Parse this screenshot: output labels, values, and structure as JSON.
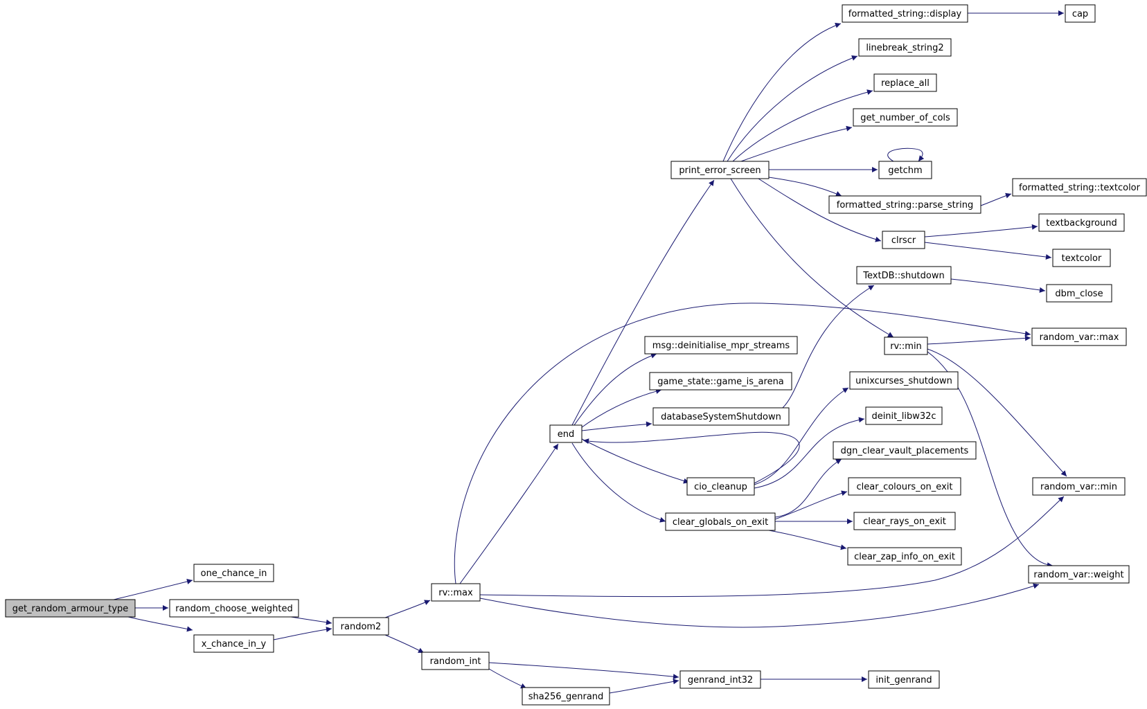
{
  "nodes": [
    {
      "id": "get_random_armour_type",
      "label": "get_random_armour_type",
      "root": true
    },
    {
      "id": "one_chance_in",
      "label": "one_chance_in"
    },
    {
      "id": "random_choose_weighted",
      "label": "random_choose_weighted"
    },
    {
      "id": "x_chance_in_y",
      "label": "x_chance_in_y"
    },
    {
      "id": "random2",
      "label": "random2"
    },
    {
      "id": "rv_max",
      "label": "rv::max"
    },
    {
      "id": "random_int",
      "label": "random_int"
    },
    {
      "id": "end",
      "label": "end"
    },
    {
      "id": "sha256_genrand",
      "label": "sha256_genrand"
    },
    {
      "id": "genrand_int32",
      "label": "genrand_int32"
    },
    {
      "id": "init_genrand",
      "label": "init_genrand"
    },
    {
      "id": "print_error_screen",
      "label": "print_error_screen"
    },
    {
      "id": "msg_deinit",
      "label": "msg::deinitialise_mpr_streams"
    },
    {
      "id": "game_is_arena",
      "label": "game_state::game_is_arena"
    },
    {
      "id": "db_shutdown",
      "label": "databaseSystemShutdown"
    },
    {
      "id": "cio_cleanup",
      "label": "cio_cleanup"
    },
    {
      "id": "clear_globals",
      "label": "clear_globals_on_exit"
    },
    {
      "id": "fs_display",
      "label": "formatted_string::display"
    },
    {
      "id": "linebreak",
      "label": "linebreak_string2"
    },
    {
      "id": "replace_all",
      "label": "replace_all"
    },
    {
      "id": "get_number_of_cols",
      "label": "get_number_of_cols"
    },
    {
      "id": "getchm",
      "label": "getchm"
    },
    {
      "id": "fs_parse",
      "label": "formatted_string::parse_string"
    },
    {
      "id": "clrscr",
      "label": "clrscr"
    },
    {
      "id": "textdb_shutdown",
      "label": "TextDB::shutdown"
    },
    {
      "id": "rv_min",
      "label": "rv::min"
    },
    {
      "id": "unixcurses",
      "label": "unixcurses_shutdown"
    },
    {
      "id": "deinit_libw32c",
      "label": "deinit_libw32c"
    },
    {
      "id": "dgn_clear",
      "label": "dgn_clear_vault_placements"
    },
    {
      "id": "clear_colours",
      "label": "clear_colours_on_exit"
    },
    {
      "id": "clear_rays",
      "label": "clear_rays_on_exit"
    },
    {
      "id": "clear_zap",
      "label": "clear_zap_info_on_exit"
    },
    {
      "id": "cap",
      "label": "cap"
    },
    {
      "id": "fs_textcolor",
      "label": "formatted_string::textcolor"
    },
    {
      "id": "textbackground",
      "label": "textbackground"
    },
    {
      "id": "textcolor",
      "label": "textcolor"
    },
    {
      "id": "dbm_close",
      "label": "dbm_close"
    },
    {
      "id": "rvar_max",
      "label": "random_var::max"
    },
    {
      "id": "rvar_min",
      "label": "random_var::min"
    },
    {
      "id": "rvar_weight",
      "label": "random_var::weight"
    }
  ],
  "edges": [
    {
      "from": "get_random_armour_type",
      "to": "one_chance_in"
    },
    {
      "from": "get_random_armour_type",
      "to": "random_choose_weighted"
    },
    {
      "from": "get_random_armour_type",
      "to": "x_chance_in_y"
    },
    {
      "from": "random_choose_weighted",
      "to": "random2"
    },
    {
      "from": "x_chance_in_y",
      "to": "random2"
    },
    {
      "from": "random2",
      "to": "rv_max"
    },
    {
      "from": "random2",
      "to": "random_int"
    },
    {
      "from": "rv_max",
      "to": "end"
    },
    {
      "from": "rv_max",
      "to": "rvar_max"
    },
    {
      "from": "rv_max",
      "to": "rvar_min"
    },
    {
      "from": "rv_max",
      "to": "rvar_weight"
    },
    {
      "from": "random_int",
      "to": "genrand_int32"
    },
    {
      "from": "random_int",
      "to": "sha256_genrand"
    },
    {
      "from": "sha256_genrand",
      "to": "genrand_int32"
    },
    {
      "from": "genrand_int32",
      "to": "init_genrand"
    },
    {
      "from": "end",
      "to": "print_error_screen"
    },
    {
      "from": "end",
      "to": "msg_deinit"
    },
    {
      "from": "end",
      "to": "game_is_arena"
    },
    {
      "from": "end",
      "to": "db_shutdown"
    },
    {
      "from": "end",
      "to": "cio_cleanup"
    },
    {
      "from": "end",
      "to": "clear_globals"
    },
    {
      "from": "cio_cleanup",
      "to": "end"
    },
    {
      "from": "cio_cleanup",
      "to": "unixcurses"
    },
    {
      "from": "cio_cleanup",
      "to": "deinit_libw32c"
    },
    {
      "from": "db_shutdown",
      "to": "textdb_shutdown"
    },
    {
      "from": "textdb_shutdown",
      "to": "dbm_close"
    },
    {
      "from": "clear_globals",
      "to": "dgn_clear"
    },
    {
      "from": "clear_globals",
      "to": "clear_colours"
    },
    {
      "from": "clear_globals",
      "to": "clear_rays"
    },
    {
      "from": "clear_globals",
      "to": "clear_zap"
    },
    {
      "from": "print_error_screen",
      "to": "fs_display"
    },
    {
      "from": "print_error_screen",
      "to": "linebreak"
    },
    {
      "from": "print_error_screen",
      "to": "replace_all"
    },
    {
      "from": "print_error_screen",
      "to": "get_number_of_cols"
    },
    {
      "from": "print_error_screen",
      "to": "getchm"
    },
    {
      "from": "print_error_screen",
      "to": "fs_parse"
    },
    {
      "from": "print_error_screen",
      "to": "clrscr"
    },
    {
      "from": "print_error_screen",
      "to": "rv_min"
    },
    {
      "from": "getchm",
      "to": "getchm"
    },
    {
      "from": "fs_display",
      "to": "cap"
    },
    {
      "from": "fs_parse",
      "to": "fs_textcolor"
    },
    {
      "from": "clrscr",
      "to": "textbackground"
    },
    {
      "from": "clrscr",
      "to": "textcolor"
    },
    {
      "from": "rv_min",
      "to": "rvar_max"
    },
    {
      "from": "rv_min",
      "to": "rvar_min"
    },
    {
      "from": "rv_min",
      "to": "rvar_weight"
    }
  ]
}
